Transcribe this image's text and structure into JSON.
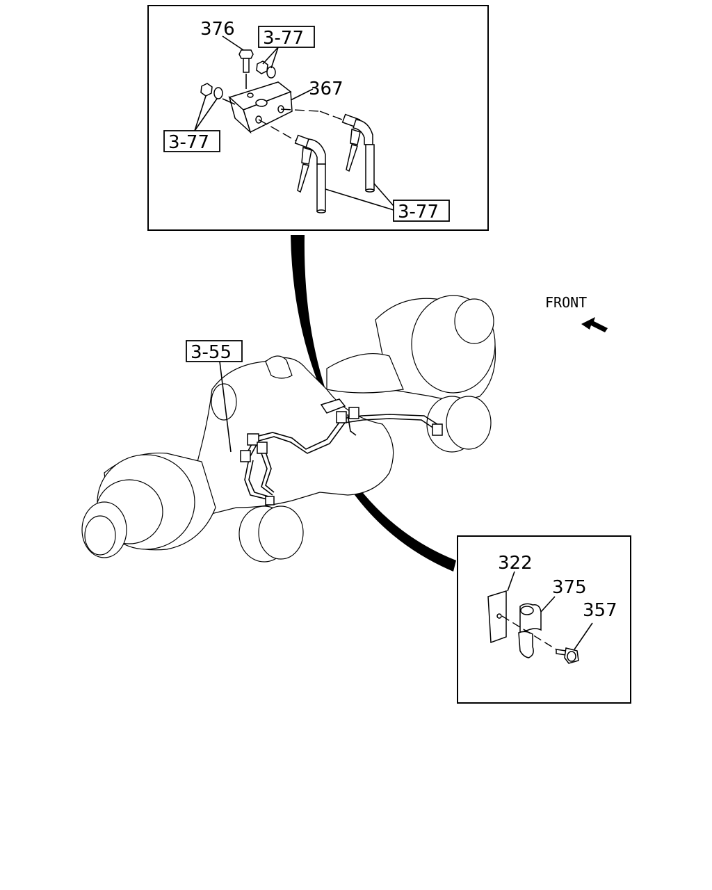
{
  "top_inset": {
    "part_376": "376",
    "part_367": "367",
    "ref_upper_right": "3-77",
    "ref_left": "3-77",
    "ref_bottom": "3-77"
  },
  "main": {
    "front_label": "FRONT",
    "ref_3_55": "3-55"
  },
  "bottom_inset": {
    "part_322": "322",
    "part_375": "375",
    "part_357": "357"
  }
}
